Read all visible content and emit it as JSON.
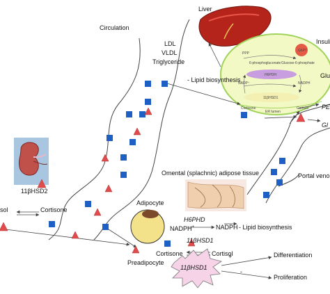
{
  "labels": {
    "circulation": "Circulation",
    "liver": "Liver",
    "ldl": "LDL",
    "vldl": "VLDL",
    "triglyceride": "Triglyceride",
    "lipid_biosynthesis_liver": "- Lipid biosynthesis",
    "insulin": "Insuli",
    "glu": "Glu",
    "pe": "PE",
    "gl": "Gl",
    "hsd2": "11βHSD2",
    "cortisol_left": "sol",
    "cortisone_left": "Cortisone",
    "omental": "Omental (splachnic) adipose tissue",
    "portal": "Portal veno",
    "adipocyte": "Adipocyte",
    "h6phd": "H6PHD",
    "nadph_plus": "NADPH",
    "nadph_plus_sup": "+",
    "nadph": "NADPH",
    "lipid_biosynthesis_adipo": "- Lipid biosynthesis",
    "hsd1": "11βHSD1",
    "preadipocyte": "Preadipocyte",
    "cortisone_bottom": "Cortisone",
    "cortisol_bottom": "Cortisol",
    "hsd1_star": "11βHSD1",
    "plus_sign": "+",
    "minus_sign": "-",
    "differentiation": "Differentiation",
    "proliferation": "Proliferation"
  },
  "inset": {
    "ppp": "PPP",
    "pgluconate": "6-phosphogluconate",
    "g6p": "Glucose-6-phosphate",
    "h6pdh": "H6PDH",
    "nadp": "NADP⁺",
    "nadph": "NADPH",
    "hsd1": "11βHSD1",
    "cortisone": "Cortisone",
    "cortisol": "Cortisol",
    "er_lumen": "ER lumen",
    "g6pt": "G6PT"
  },
  "colors": {
    "square": "#1d5fc4",
    "triangle": "#e24b4b",
    "inset_fill": "#f3f9c4",
    "inset_border": "#9fd35a",
    "h6pdh_fill": "#c89ee0",
    "hsd1_fill": "#f4efb2",
    "adipocyte_fill": "#f3e28a",
    "nucleus_fill": "#7a4a2a",
    "star_fill": "#f7d3e8",
    "liver": "#b5241a",
    "g6pt": "#e35b45"
  }
}
